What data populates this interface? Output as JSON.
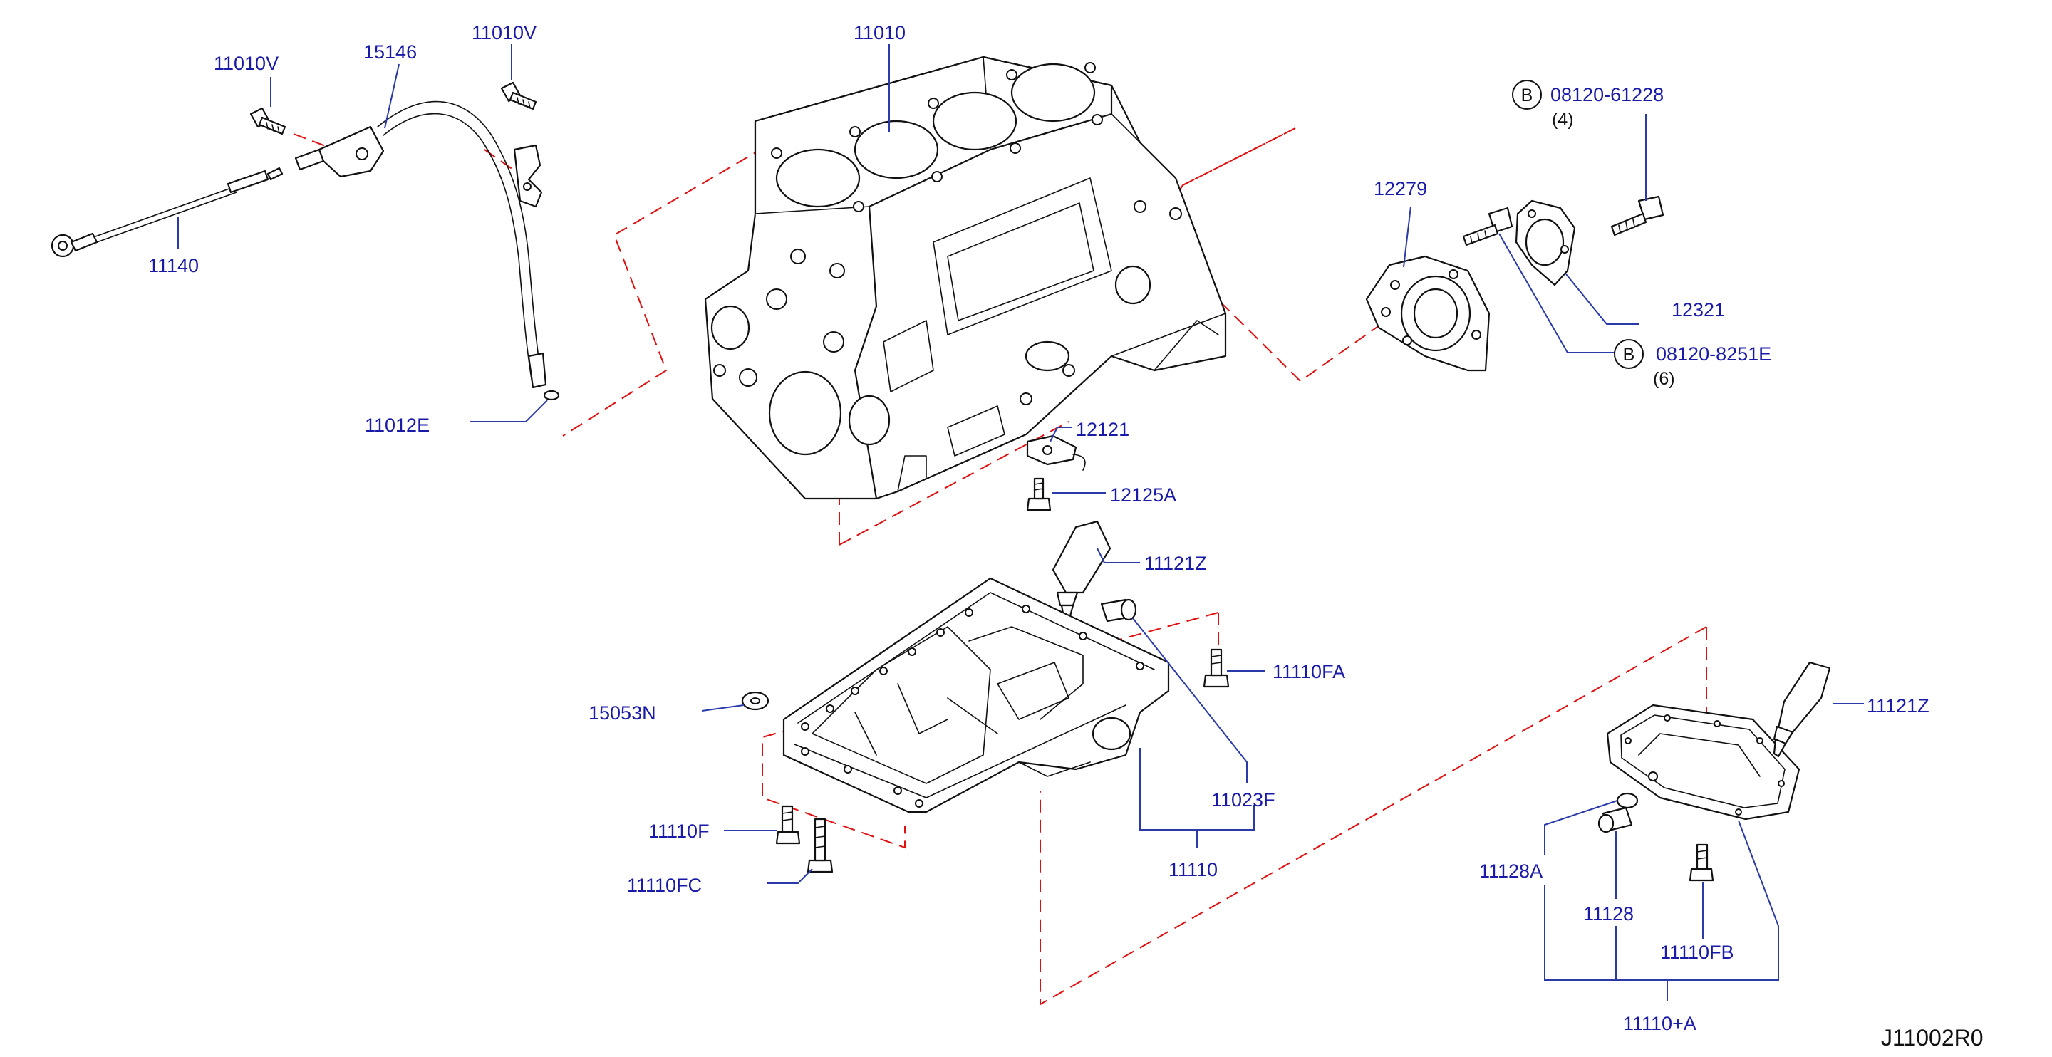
{
  "diagram_id": "J11002R0",
  "labels": {
    "p11010V_a": "11010V",
    "p15146": "15146",
    "p11010V_b": "11010V",
    "p11140": "11140",
    "p11012E": "11012E",
    "p11010": "11010",
    "p12121": "12121",
    "p12125A": "12125A",
    "p11121Z_a": "11121Z",
    "p11110FA": "11110FA",
    "p15053N": "15053N",
    "p11023F": "11023F",
    "p11110F": "11110F",
    "p11110FC": "11110FC",
    "p11110": "11110",
    "p12279": "12279",
    "p08120_61228": "08120-61228",
    "qty_4": "(4)",
    "p12321": "12321",
    "p08120_8251E": "08120-8251E",
    "qty_6": "(6)",
    "p11121Z_b": "11121Z",
    "p11128A": "11128A",
    "p11128": "11128",
    "p11110FB": "11110FB",
    "p11110A": "11110+A"
  },
  "callout_letter": "B",
  "colors": {
    "label": "#1a1aa8",
    "dashed_outline": "#e01010",
    "leader": "#2a3aa8",
    "line_art": "#111111"
  }
}
